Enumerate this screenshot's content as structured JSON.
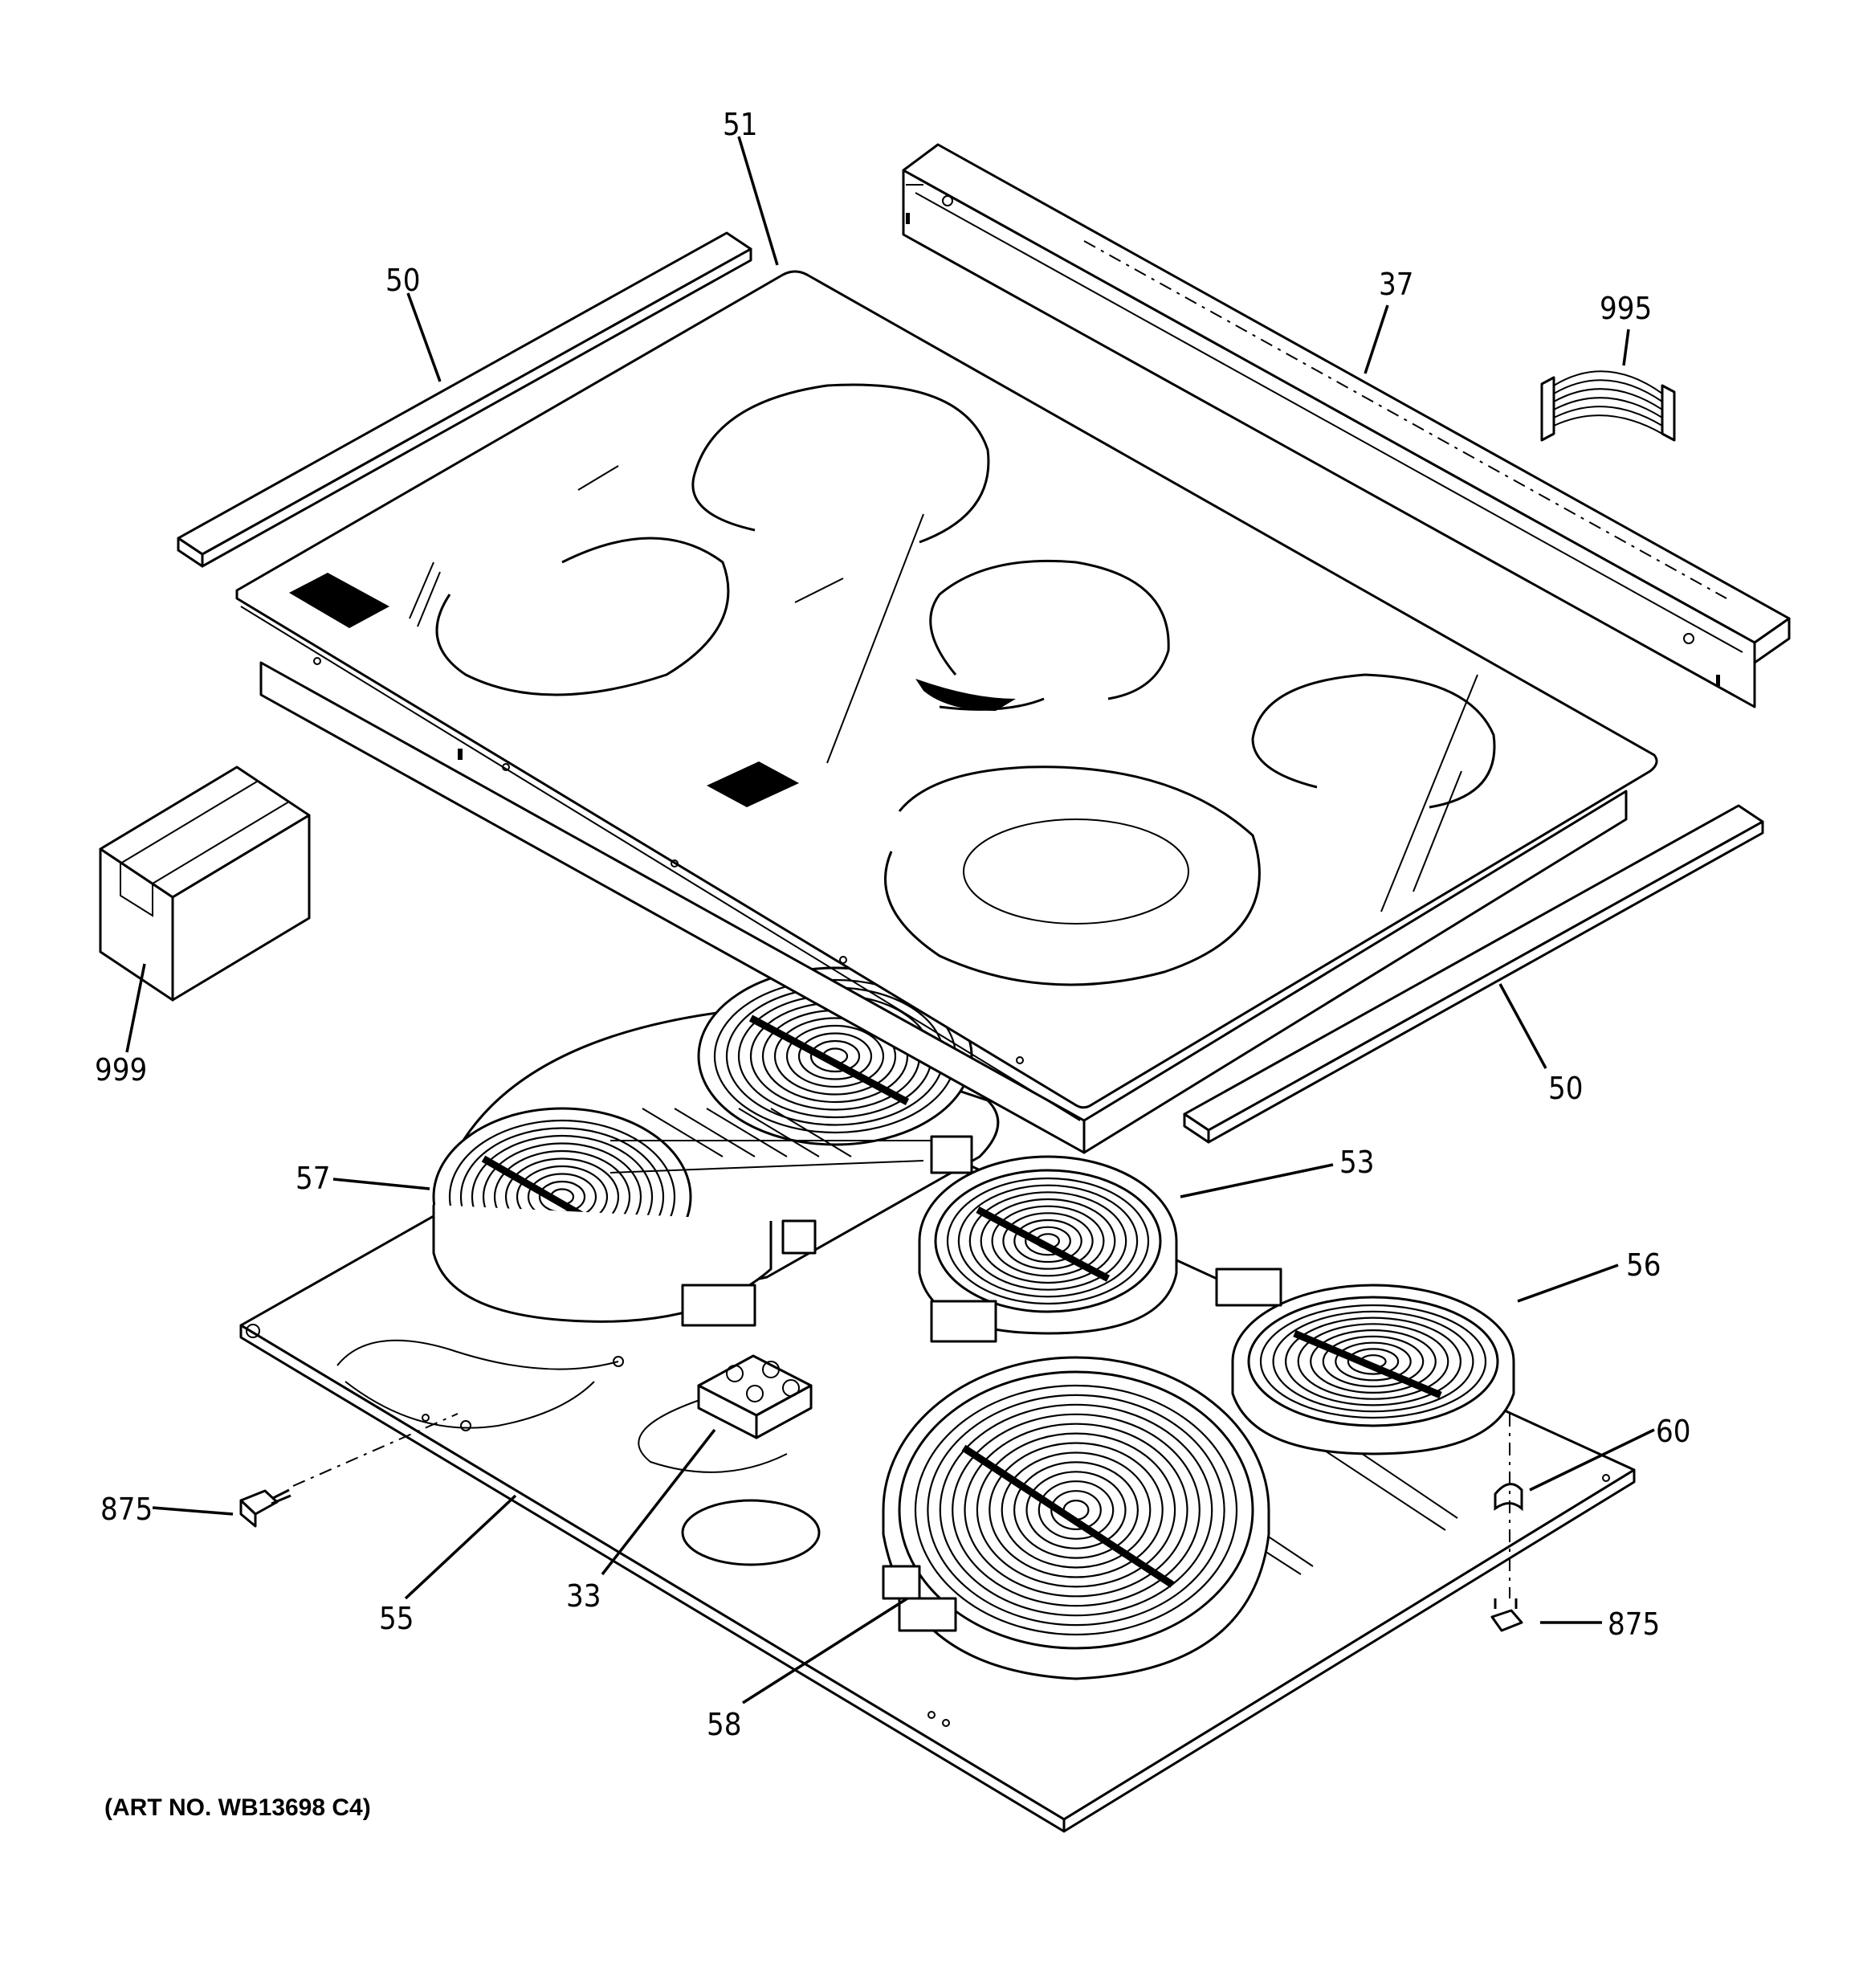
{
  "diagram": {
    "art_number": "(ART NO. WB13698 C4)",
    "callouts": [
      {
        "id": "c51",
        "label": "51"
      },
      {
        "id": "c50a",
        "label": "50"
      },
      {
        "id": "c37",
        "label": "37"
      },
      {
        "id": "c995",
        "label": "995"
      },
      {
        "id": "c999",
        "label": "999"
      },
      {
        "id": "c50b",
        "label": "50"
      },
      {
        "id": "c57",
        "label": "57"
      },
      {
        "id": "c53",
        "label": "53"
      },
      {
        "id": "c56",
        "label": "56"
      },
      {
        "id": "c60",
        "label": "60"
      },
      {
        "id": "c875a",
        "label": "875"
      },
      {
        "id": "c875b",
        "label": "875"
      },
      {
        "id": "c55",
        "label": "55"
      },
      {
        "id": "c33",
        "label": "33"
      },
      {
        "id": "c58",
        "label": "58"
      }
    ]
  }
}
